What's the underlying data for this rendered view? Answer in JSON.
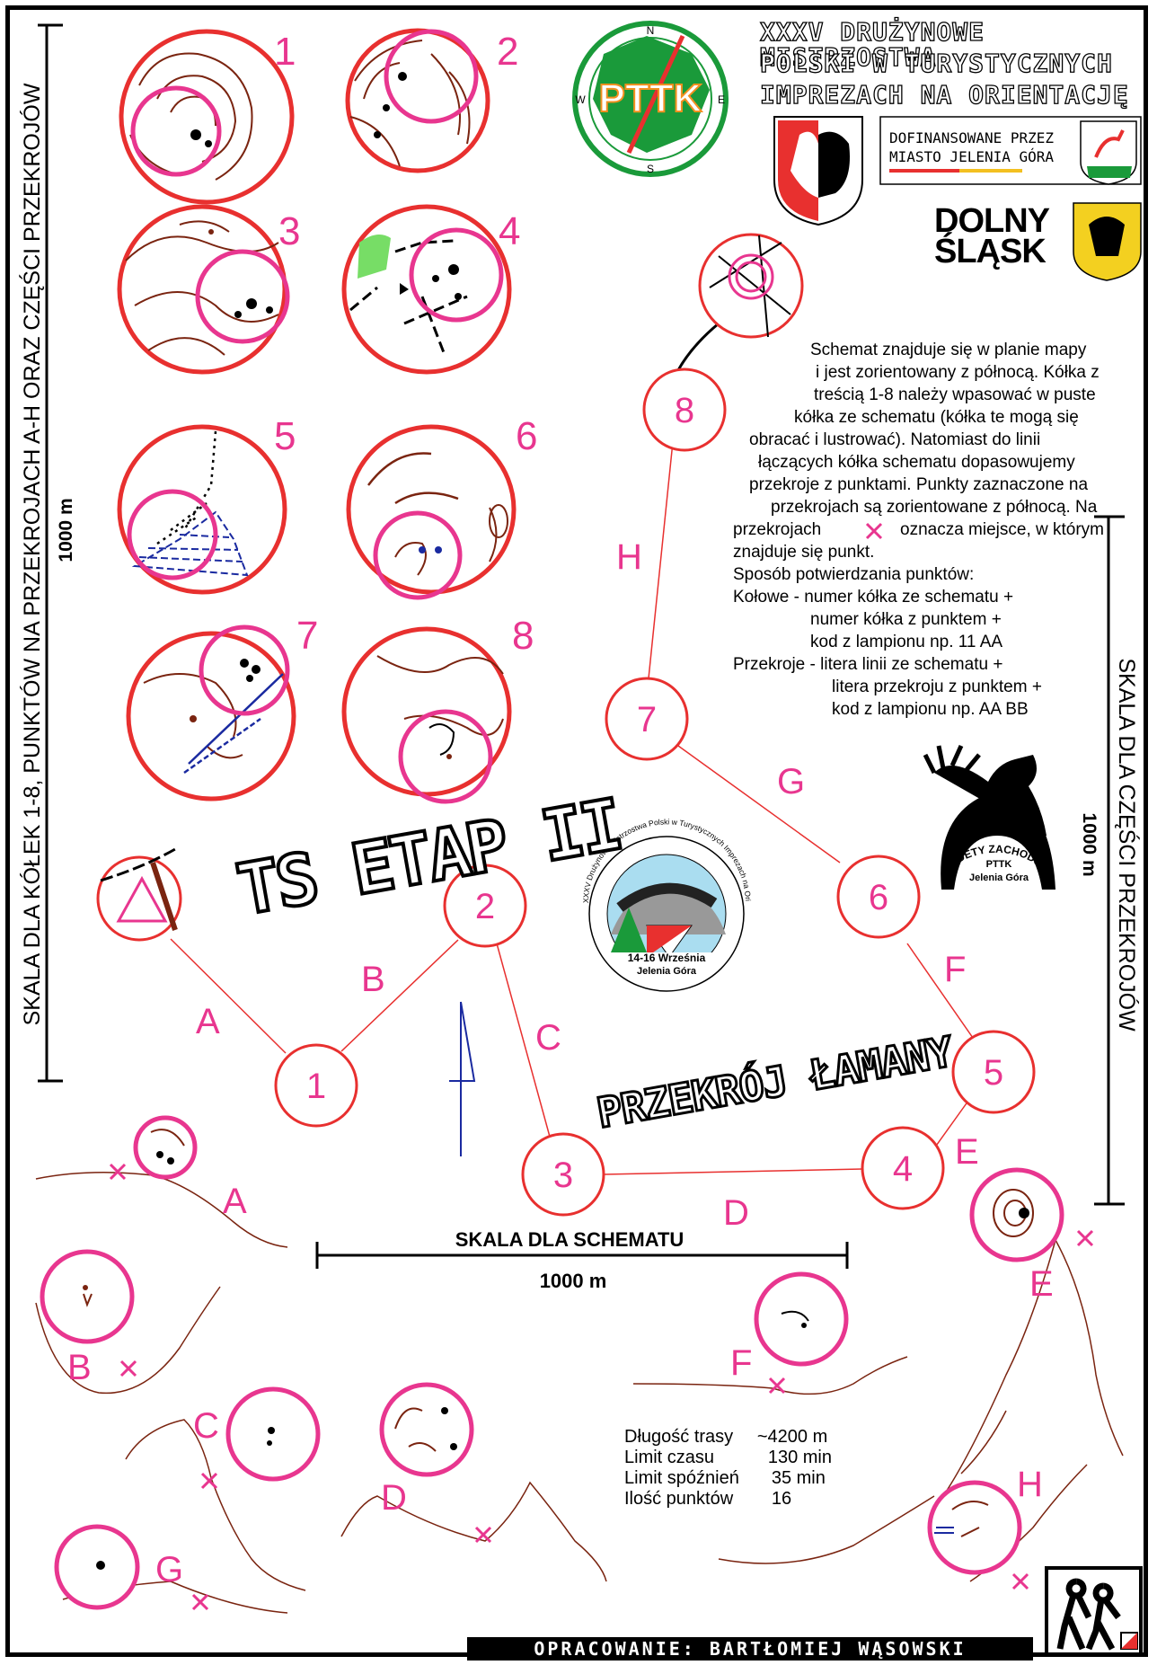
{
  "header": {
    "title_lines": [
      "XXXV Drużynowe Mistrzostwa",
      "Polski w Turystycznych",
      "Imprezach na Orientację"
    ],
    "pttk_logo_text": "PTTK",
    "compass_letters": [
      "N",
      "E",
      "S",
      "W"
    ],
    "sponsor_line1": "DOFINANSOWANE PRZEZ",
    "sponsor_line2": "MIASTO JELENIA GÓRA",
    "region_line1": "DOLNY",
    "region_line2": "ŚLĄSK"
  },
  "scales": {
    "left_title": "SKALA DLA KÓŁEK 1-8, PUNKTÓW NA PRZEKROJACH A-H ORAZ CZĘŚCI PRZEKROJÓW",
    "left_distance": "1000 m",
    "right_title": "SKALA DLA CZĘŚCI PRZEKROJÓW",
    "right_distance": "1000 m",
    "schema_title": "SKALA DLA SCHEMATU",
    "schema_distance": "1000 m"
  },
  "circle_labels": [
    "1",
    "2",
    "3",
    "4",
    "5",
    "6",
    "7",
    "8"
  ],
  "schema_nodes": [
    "1",
    "2",
    "3",
    "4",
    "5",
    "6",
    "7",
    "8"
  ],
  "segment_labels": [
    "A",
    "B",
    "C",
    "D",
    "E",
    "F",
    "G",
    "H"
  ],
  "section_labels": [
    "A",
    "B",
    "C",
    "D",
    "E",
    "F",
    "G",
    "H"
  ],
  "stage_title": "TS ETAP II",
  "przekroj_title": "PRZEKRÓJ ŁAMANY",
  "event_badge": {
    "ring_text": "XXXV Drużynowe Mistrzostwa Polski w Turystycznych Imprezach na Orientację",
    "dates": "14-16 Września",
    "city": "Jelenia Góra"
  },
  "sudety_badge": {
    "arc_text": "SUDETY ZACHODNIE",
    "org": "PTTK",
    "city": "Jelenia Góra"
  },
  "instructions": [
    "Schemat znajduje się w planie mapy",
    "i jest zorientowany z północą. Kółka z",
    "treścią 1-8 należy wpasować w puste",
    "kółka ze schematu (kółka te mogą się",
    "obracać i lustrować). Natomiast do linii",
    "łączących kółka schematu dopasowujemy",
    "przekroje z punktami. Punkty zaznaczone na",
    "przekrojach są zorientowane z północą. Na",
    "przekrojach",
    "oznacza miejsce, w którym",
    "znajduje się punkt.",
    "Sposób potwierdzania punktów:",
    "Kołowe - numer kółka ze schematu +",
    "numer kółka z punktem +",
    "kod z lampionu np. 11 AA",
    "Przekroje - litera linii ze schematu +",
    "litera przekroju z punktem +",
    "kod z lampionu np. AA BB"
  ],
  "stats": [
    {
      "label": "Długość trasy",
      "value": "~4200 m"
    },
    {
      "label": "Limit czasu",
      "value": "130 min"
    },
    {
      "label": "Limit spóźnień",
      "value": "35 min"
    },
    {
      "label": "Ilość punktów",
      "value": "16"
    }
  ],
  "footer": "OPRACOWANIE: BARTŁOMIEJ WĄSOWSKI",
  "colors": {
    "red": "#e8302f",
    "pink": "#e8368f",
    "brown": "#7a2410",
    "green": "#1a9a3a",
    "orange": "#f39020"
  }
}
